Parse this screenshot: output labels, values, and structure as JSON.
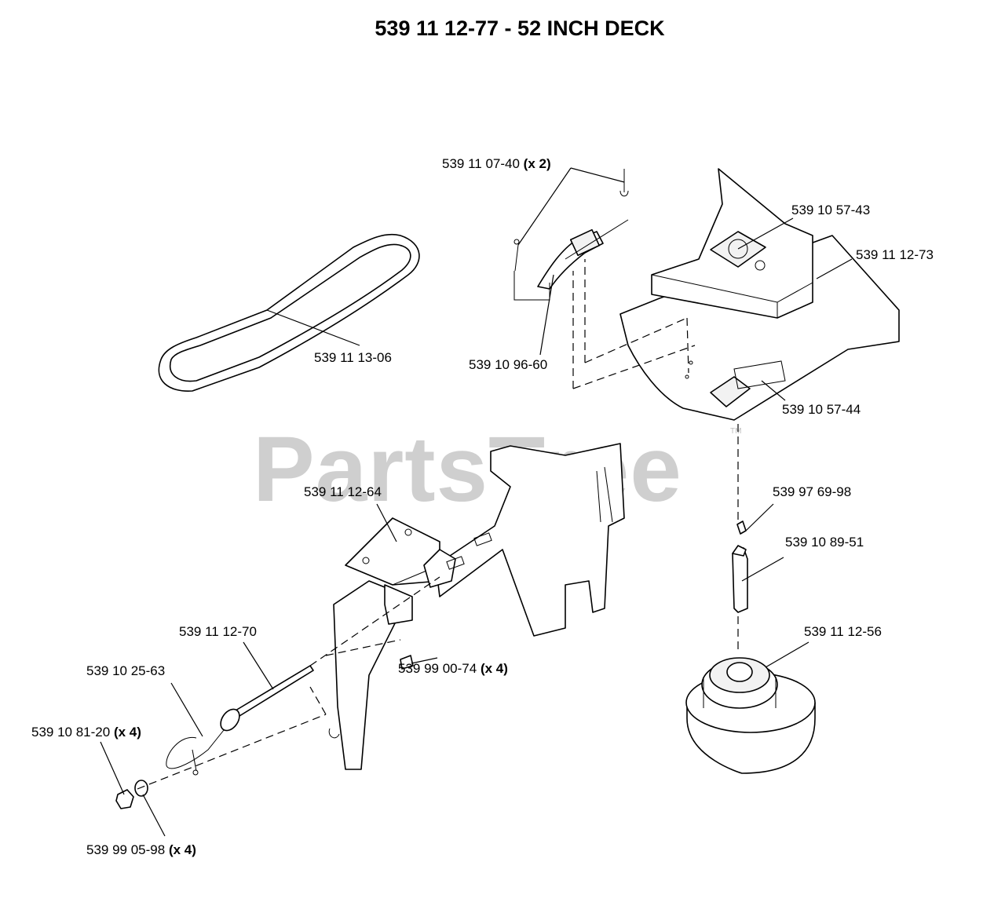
{
  "title": "539 11 12-77 - 52 INCH DECK",
  "watermark": "PartsTree",
  "watermark_tm": "TM",
  "labels": {
    "l_110740": {
      "part": "539 11 07-40",
      "qty": "(x 2)"
    },
    "l_105743": {
      "part": "539 10 57-43",
      "qty": ""
    },
    "l_111273": {
      "part": "539 11 12-73",
      "qty": ""
    },
    "l_111306": {
      "part": "539 11 13-06",
      "qty": ""
    },
    "l_109660": {
      "part": "539 10 96-60",
      "qty": ""
    },
    "l_105744": {
      "part": "539 10 57-44",
      "qty": ""
    },
    "l_111264": {
      "part": "539 11 12-64",
      "qty": ""
    },
    "l_976998": {
      "part": "539 97 69-98",
      "qty": ""
    },
    "l_108951": {
      "part": "539 10 89-51",
      "qty": ""
    },
    "l_111270": {
      "part": "539 11 12-70",
      "qty": ""
    },
    "l_111256": {
      "part": "539 11 12-56",
      "qty": ""
    },
    "l_990074": {
      "part": "539 99 00-74",
      "qty": "(x 4)"
    },
    "l_102563": {
      "part": "539 10 25-63",
      "qty": ""
    },
    "l_108120": {
      "part": "539 10 81-20",
      "qty": "(x 4)"
    },
    "l_990598": {
      "part": "539 99 05-98",
      "qty": "(x 4)"
    }
  }
}
